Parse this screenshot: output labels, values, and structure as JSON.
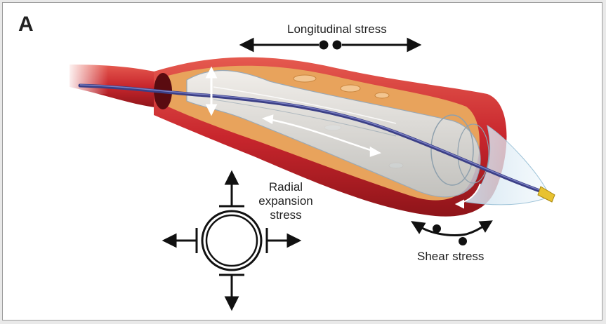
{
  "panel_label": "A",
  "labels": {
    "longitudinal": "Longitudinal stress",
    "radial_line1": "Radial",
    "radial_line2": "expansion",
    "radial_line3": "stress",
    "shear": "Shear stress"
  },
  "colors": {
    "vessel_wall": "#c8262d",
    "vessel_dark": "#8e1419",
    "plaque": "#e8a35c",
    "balloon": "#d9e4ec",
    "catheter": "#3b3f86",
    "tip": "#e8c230",
    "arrow": "#111111",
    "in_image_arrow": "#ffffff"
  }
}
